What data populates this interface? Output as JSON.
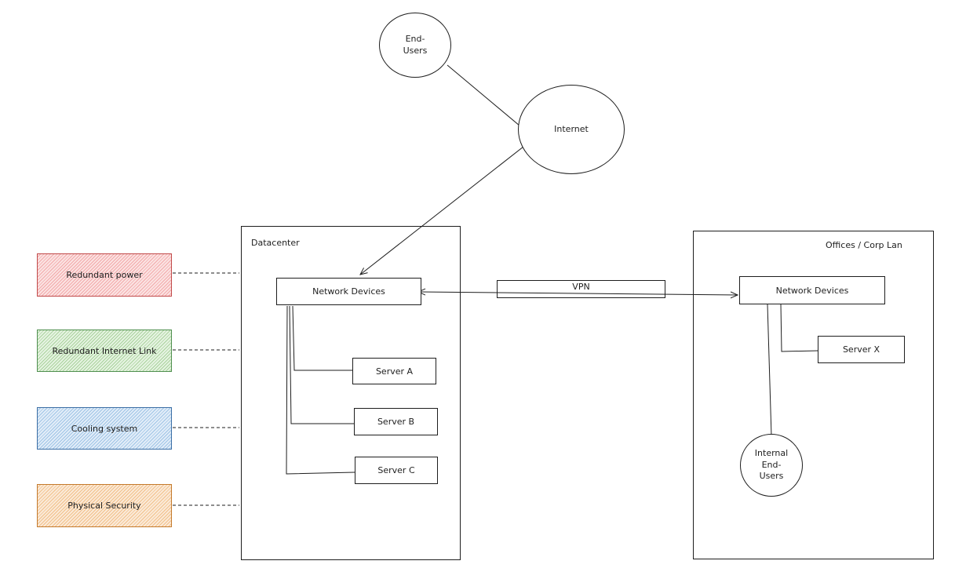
{
  "nodes": {
    "end_users": {
      "line1": "End-",
      "line2": "Users"
    },
    "internet": {
      "label": "Internet"
    },
    "datacenter": {
      "label": "Datacenter"
    },
    "offices": {
      "label": "Offices / Corp Lan"
    },
    "dc_network": {
      "label": "Network Devices"
    },
    "office_network": {
      "label": "Network Devices"
    },
    "vpn": {
      "label": "VPN"
    },
    "server_a": {
      "label": "Server A"
    },
    "server_b": {
      "label": "Server B"
    },
    "server_c": {
      "label": "Server C"
    },
    "server_x": {
      "label": "Server X"
    },
    "internal_users": {
      "line1": "Internal",
      "line2": "End-",
      "line3": "Users"
    }
  },
  "facilities": [
    {
      "label": "Redundant power",
      "color": "#f2a9a9"
    },
    {
      "label": "Redundant Internet Link",
      "color": "#a9d39c"
    },
    {
      "label": "Cooling system",
      "color": "#9fc4e6"
    },
    {
      "label": "Physical Security",
      "color": "#f1c08a"
    }
  ]
}
